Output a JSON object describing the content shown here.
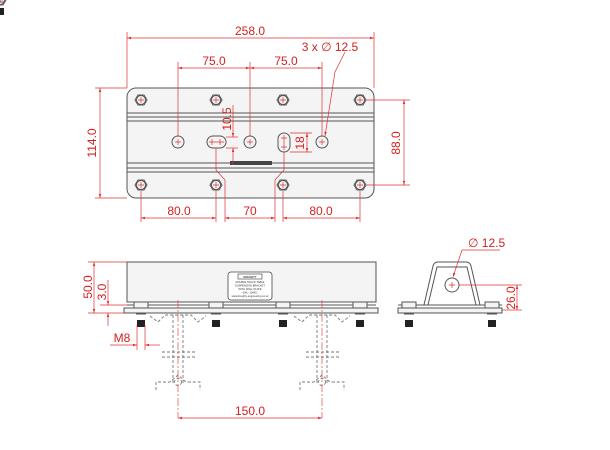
{
  "drawing": {
    "top_view": {
      "overall_length": "258.0",
      "hole_spacing_left": "75.0",
      "hole_spacing_right": "75.0",
      "hole_callout": "3 x ∅ 12.5",
      "overall_width": "114.0",
      "bolt_row_spacing": "88.0",
      "slot_offset": "10.5",
      "slot_length": "18",
      "bolt_spacing_left": "80.0",
      "slot_spacing": "70",
      "bolt_spacing_right": "80.0"
    },
    "front_view": {
      "height": "50.0",
      "plate_thickness": "3.0",
      "bolt_size": "M8",
      "rail_spacing": "150.0",
      "label_brand": "DOUGHTY",
      "label_lines": [
        "DOUGHTY",
        "DOUBLE TRACK TABLE",
        "SUSPENSION BRACKET",
        "WITH WALL PLATE",
        "SWL: 100KG",
        "www.doughty-engineering.co.uk"
      ]
    },
    "side_view": {
      "hole_diameter": "∅ 12.5",
      "hole_height": "26.0"
    },
    "colors": {
      "dimension": "#e03030",
      "outline": "#555555"
    }
  }
}
